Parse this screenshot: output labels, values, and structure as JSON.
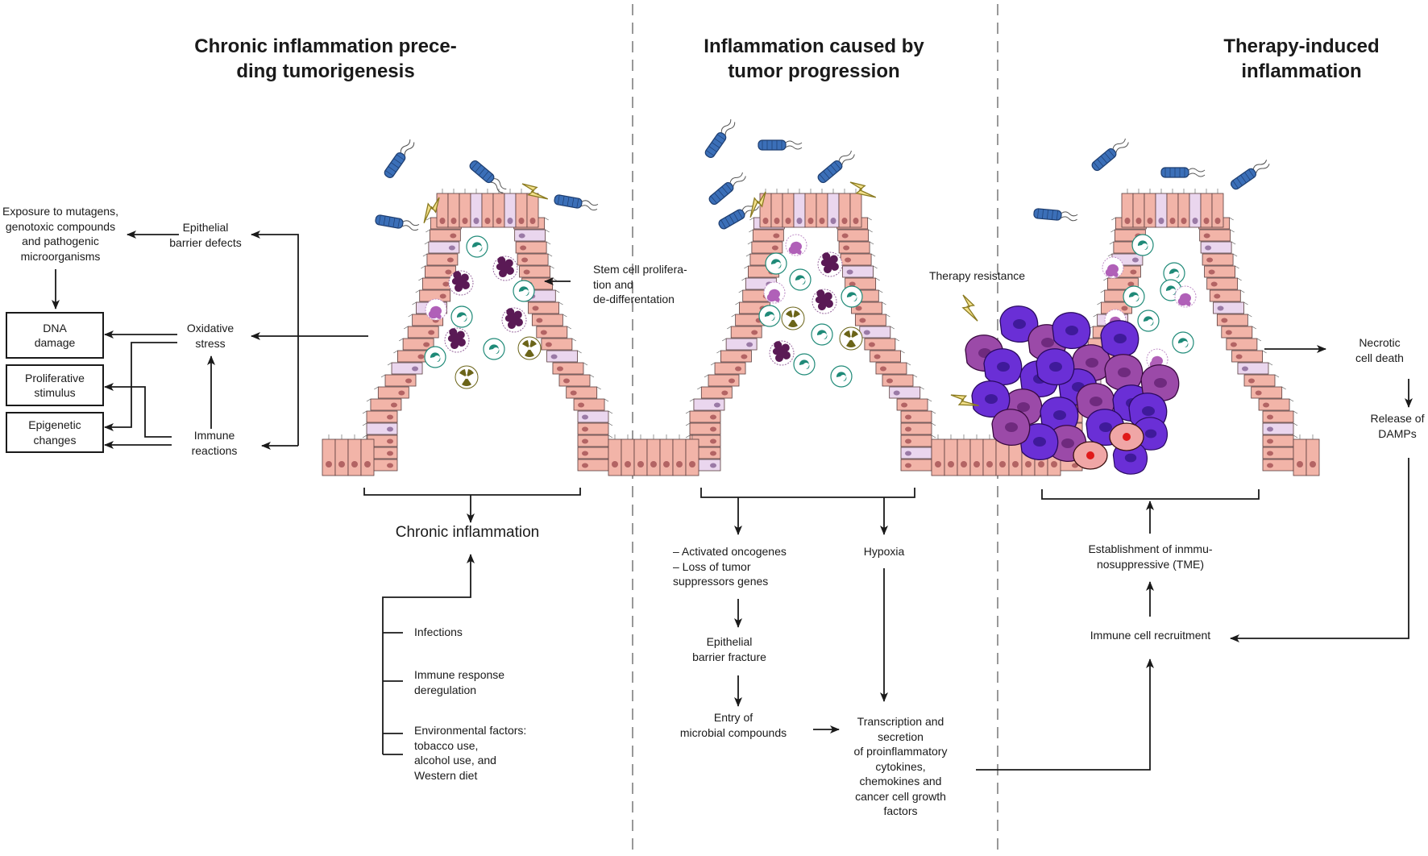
{
  "titles": {
    "chronic": "Chronic inflammation prece-\nding tumorigenesis",
    "progression": "Inflammation caused by\ntumor progression",
    "therapy": "Therapy-induced\ninflammation"
  },
  "left": {
    "exposure": "Exposure to mutagens,\ngenotoxic compounds\nand pathogenic\nmicroorganisms",
    "epithelial_barrier_defects": "Epithelial\nbarrier defects",
    "dna_damage": "DNA\ndamage",
    "oxidative_stress": "Oxidative\nstress",
    "proliferative_stimulus": "Proliferative\nstimulus",
    "epigenetic_changes": "Epigenetic\nchanges",
    "immune_reactions": "Immune\nreactions",
    "stem_cell": "Stem cell prolifera-\ntion and\nde-differentation",
    "chronic_inflammation": "Chronic inflammation",
    "infections": "Infections",
    "immune_deregulation": "Immune response\nderegulation",
    "environmental": "Environmental factors:\ntobacco use,\nalcohol use, and\nWestern diet"
  },
  "middle": {
    "oncogenes": "– Activated oncogenes\n– Loss of tumor\n   suppressors genes",
    "hypoxia": "Hypoxia",
    "barrier_fracture": "Epithelial\nbarrier fracture",
    "entry_microbial": "Entry of\nmicrobial compounds",
    "transcription": "Transcription and\nsecretion\nof proinflammatory\ncytokines,\nchemokines and\ncancer cell growth\nfactors"
  },
  "right": {
    "therapy_resistance": "Therapy resistance",
    "necrotic": "Necrotic\ncell death",
    "damps": "Release of\nDAMPs",
    "tme": "Establishment of inmmu-\nnosuppressive (TME)",
    "recruitment": "Immune cell recruitment"
  },
  "colors": {
    "epithelium_pink": "#f2b4a8",
    "epithelium_lilac": "#ead6ee",
    "cell_border": "#5a3d3d",
    "bacterium_blue": "#3b6fb8",
    "tumor_purple": "#6a2fd6",
    "tumor_magenta": "#9b4aa8",
    "lightning": "#f2e08a",
    "neutrophil": "#5a1a55",
    "macrophage": "#b060b8",
    "lymphocyte": "#1f8a78",
    "mast_cell": "#6b6418"
  }
}
